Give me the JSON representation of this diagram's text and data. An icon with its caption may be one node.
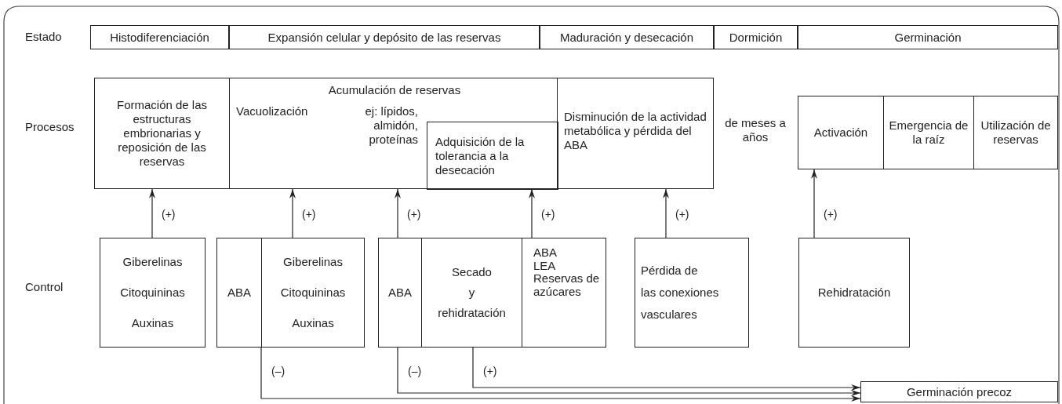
{
  "diagram": {
    "nodes": [
      {
        "text": [
          "Histodiferenciación"
        ]
      },
      {
        "text": [
          "Expansión celular y depósito de las reservas"
        ]
      },
      {
        "text": [
          "Maduración y desecación"
        ]
      },
      {
        "text": [
          "Dormición"
        ]
      },
      {
        "text": [
          "Germinación"
        ]
      },
      {
        "text": [
          "Formación de las estructuras embrionarias y reposición de las reservas"
        ]
      },
      {
        "text": [
          "Acumulación de reservas",
          "Vacuolización",
          "ej: lípidos, almidón, proteínas"
        ]
      },
      {
        "text": [
          "Adquisición de la tolerancia a la desecación"
        ],
        "in": 6
      },
      {
        "text": [
          "Disminución de la actividad metabólica y pérdida del ABA"
        ]
      },
      {
        "text": [
          "Activación"
        ]
      },
      {
        "text": [
          "Emergencia de la raíz"
        ]
      },
      {
        "text": [
          "Utilización de reservas"
        ]
      },
      {
        "text": [
          "Giberelinas",
          "Citoquininas",
          "Auxinas"
        ]
      },
      {
        "text": [
          "ABA"
        ]
      },
      {
        "text": [
          "Giberelinas",
          "Citoquininas",
          "Auxinas"
        ]
      },
      {
        "text": [
          "ABA"
        ]
      },
      {
        "text": [
          "Secado",
          "y",
          "rehidratación"
        ]
      },
      {
        "text": [
          "ABA",
          "LEA",
          "Reservas de azúcares"
        ]
      },
      {
        "text": [
          "Pérdida de",
          "las conexiones",
          "vasculares"
        ]
      },
      {
        "text": [
          "Rehidratación"
        ]
      },
      {
        "text": [
          "Germinación precoz"
        ]
      }
    ],
    "edges": [
      {
        "from": 12,
        "to": 5,
        "arrow": "to",
        "label": "(+)"
      },
      {
        "from": 14,
        "to": 6,
        "arrow": "to",
        "label": "(+)"
      },
      {
        "from": 15,
        "to": 6,
        "arrow": "to",
        "label": "(+)"
      },
      {
        "from": 17,
        "to": 7,
        "arrow": "to",
        "label": "(+)"
      },
      {
        "from": 18,
        "to": 8,
        "arrow": "to",
        "label": "(+)"
      },
      {
        "from": 19,
        "to": 9,
        "arrow": "to",
        "label": "(+)"
      },
      {
        "from": 13,
        "to": 20,
        "arrow": "to",
        "label": "(–)"
      },
      {
        "from": 15,
        "to": 20,
        "arrow": "to",
        "label": "(–)"
      },
      {
        "from": 16,
        "to": 20,
        "arrow": "to",
        "label": "(+)"
      }
    ],
    "labels": [
      "Estado",
      "Procesos",
      "de meses a años",
      "Control"
    ]
  }
}
